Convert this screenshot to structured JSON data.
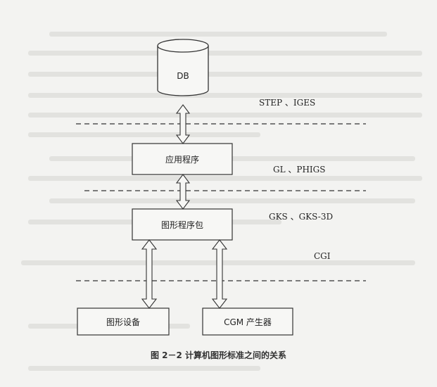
{
  "diagram": {
    "db_label": "DB",
    "nodes": {
      "application": "应用程序",
      "graphics_package": "图形程序包",
      "graphics_device": "图形设备",
      "cgm_generator": "CGM 产生器"
    },
    "interfaces": {
      "step_iges": "STEP 、IGES",
      "gl_phigs": "GL 、PHIGS",
      "gks": "GKS 、GKS-3D",
      "cgi": "CGI"
    }
  },
  "caption": "图 2－2   计算机图形标准之间的关系"
}
